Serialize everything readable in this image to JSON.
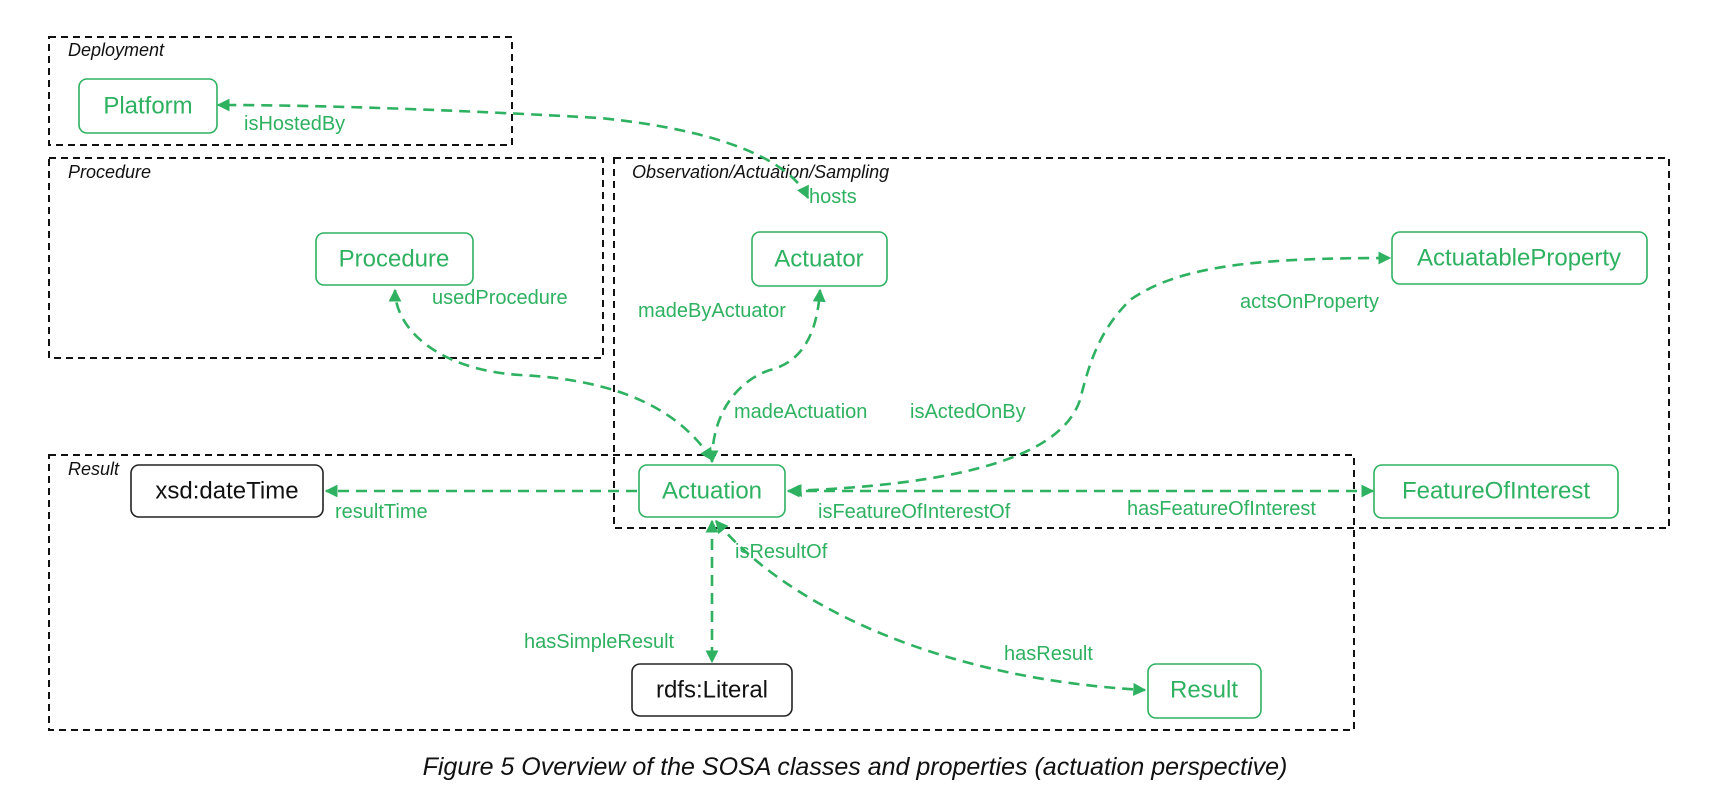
{
  "groups": {
    "deployment": "Deployment",
    "procedure": "Procedure",
    "observation": "Observation/Actuation/Sampling",
    "result": "Result"
  },
  "nodes": {
    "platform": "Platform",
    "procedure": "Procedure",
    "actuator": "Actuator",
    "actuatable_property": "ActuatableProperty",
    "xsd_datetime": "xsd:dateTime",
    "actuation": "Actuation",
    "feature_of_interest": "FeatureOfInterest",
    "rdfs_literal": "rdfs:Literal",
    "result": "Result"
  },
  "edges": {
    "is_hosted_by": "isHostedBy",
    "hosts": "hosts",
    "used_procedure": "usedProcedure",
    "made_by_actuator": "madeByActuator",
    "acts_on_property": "actsOnProperty",
    "made_actuation": "madeActuation",
    "is_acted_on_by": "isActedOnBy",
    "result_time": "resultTime",
    "is_feature_of_interest_of": "isFeatureOfInterestOf",
    "has_feature_of_interest": "hasFeatureOfInterest",
    "is_result_of": "isResultOf",
    "has_simple_result": "hasSimpleResult",
    "has_result": "hasResult"
  },
  "caption": "Figure 5 Overview of the SOSA classes and properties (actuation perspective)",
  "colors": {
    "accent": "#2eb160",
    "outline": "#111111"
  }
}
